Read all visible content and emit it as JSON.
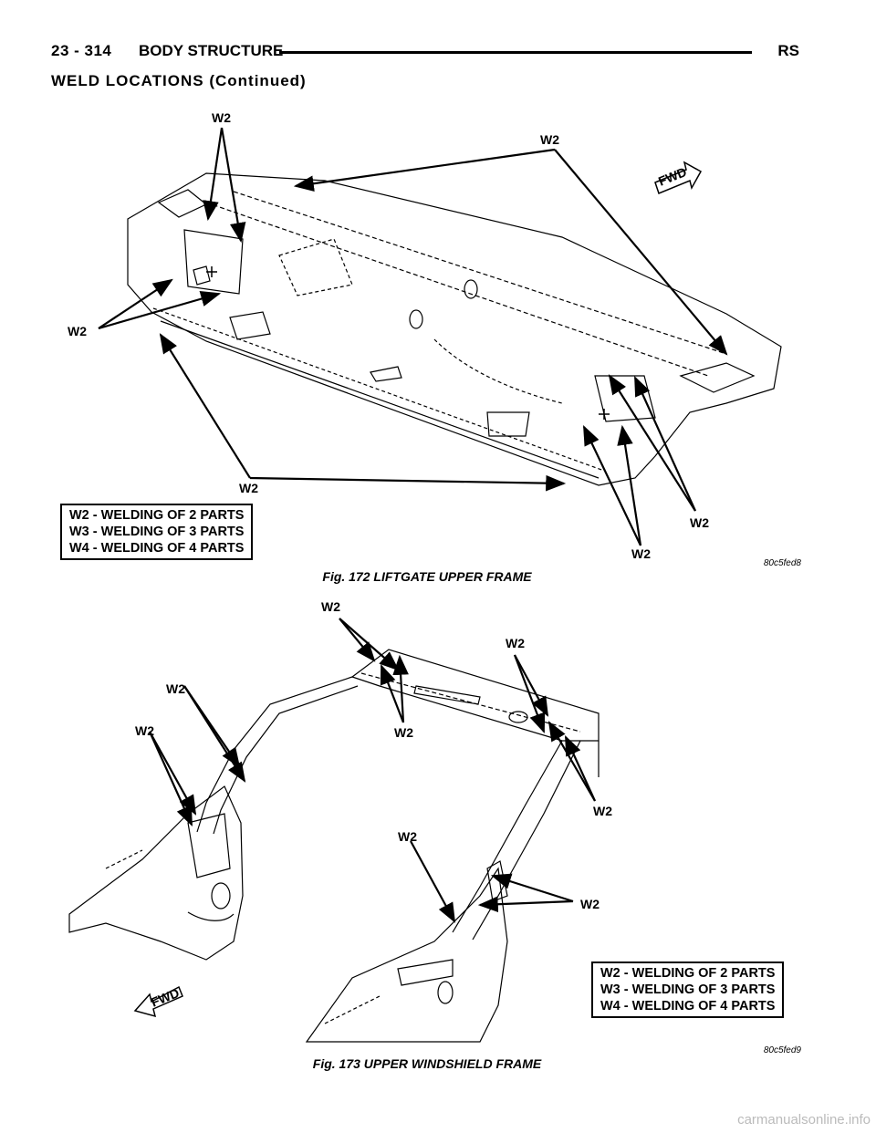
{
  "header": {
    "page_number": "23 - 314",
    "section": "BODY STRUCTURE",
    "code": "RS"
  },
  "section_title": "WELD LOCATIONS (Continued)",
  "figures": [
    {
      "caption": "Fig. 172 LIFTGATE UPPER FRAME",
      "code": "80c5fed8",
      "weld_label": "W2",
      "fwd_label": "FWD",
      "legend": [
        "W2 - WELDING OF 2 PARTS",
        "W3 - WELDING OF 3 PARTS",
        "W4 - WELDING OF 4 PARTS"
      ]
    },
    {
      "caption": "Fig. 173 UPPER WINDSHIELD FRAME",
      "code": "80c5fed9",
      "weld_label": "W2",
      "fwd_label": "FWD",
      "legend": [
        "W2 - WELDING OF 2 PARTS",
        "W3 - WELDING OF 3 PARTS",
        "W4 - WELDING OF 4 PARTS"
      ]
    }
  ],
  "watermark": "carmanualsonline.info"
}
